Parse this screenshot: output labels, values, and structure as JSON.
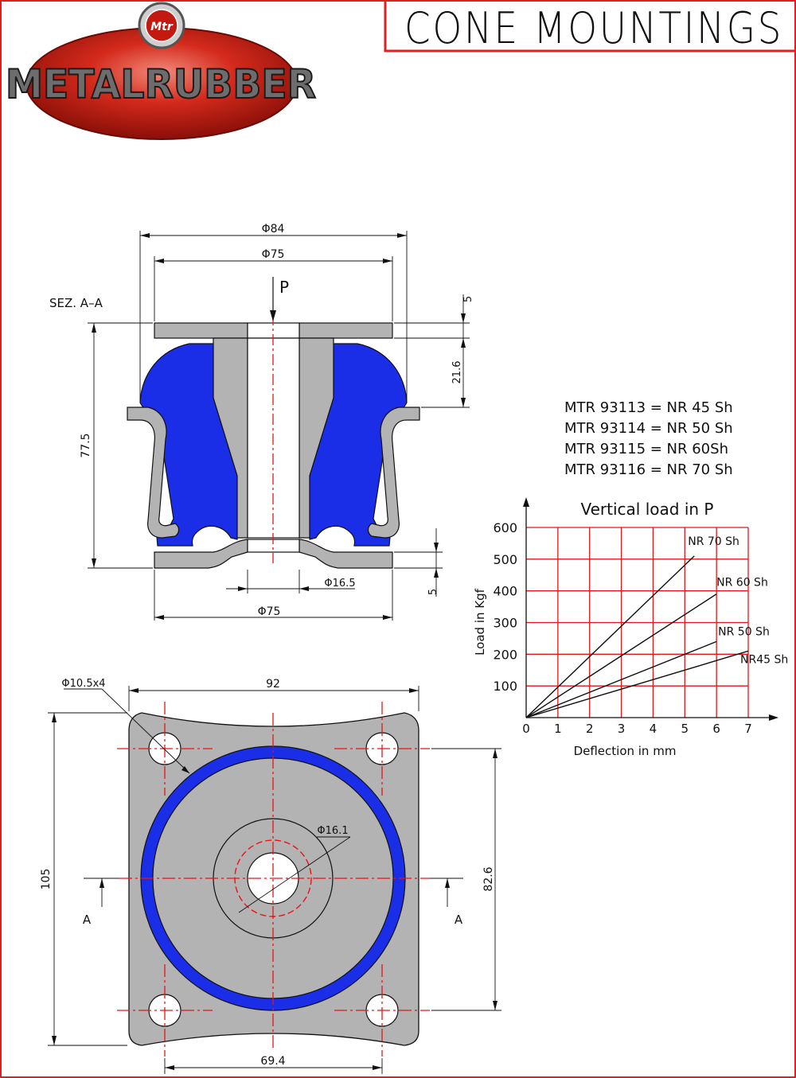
{
  "header": {
    "title": "CONE MOUNTINGS",
    "logo_badge": "Mtr",
    "logo_word": "METALRUBBER"
  },
  "colors": {
    "frame": "#e02020",
    "rubber": "#1a2ee8",
    "metal": "#b3b3b3",
    "grid": "#e51616"
  },
  "section_view": {
    "label": "SEZ. A–A",
    "load_label": "P",
    "dims": {
      "outer_top": "Φ84",
      "inner_top": "Φ75",
      "plate_thickness_top": "5",
      "upper_height": "21.6",
      "total_height": "77.5",
      "bore": "Φ16.5",
      "base_diameter": "Φ75",
      "plate_thickness_bottom": "5"
    }
  },
  "plan_view": {
    "dims": {
      "holes": "Φ10.5x4",
      "width": "92",
      "height": "105",
      "hole_pitch_v": "82.6",
      "hole_pitch_h": "69.4",
      "center_bore": "Φ16.1"
    },
    "section_marks": [
      "A",
      "A"
    ]
  },
  "models": [
    "MTR 93113 = NR 45 Sh",
    "MTR 93114 = NR 50 Sh",
    "MTR 93115 = NR 60Sh",
    "MTR 93116 = NR 70 Sh"
  ],
  "chart_data": {
    "type": "line",
    "title": "Vertical load in P",
    "xlabel": "Deflection  in  mm",
    "ylabel": "Load  in  Kgf",
    "xlim": [
      0,
      7
    ],
    "ylim": [
      0,
      600
    ],
    "x_ticks": [
      "0",
      "1",
      "2",
      "3",
      "4",
      "5",
      "6",
      "7"
    ],
    "y_ticks": [
      "100",
      "200",
      "300",
      "400",
      "500",
      "600"
    ],
    "grid": true,
    "series": [
      {
        "name": "NR 70 Sh",
        "x": [
          0,
          5.3
        ],
        "y": [
          0,
          510
        ]
      },
      {
        "name": "NR 60 Sh",
        "x": [
          0,
          6.0
        ],
        "y": [
          0,
          390
        ]
      },
      {
        "name": "NR 50 Sh",
        "x": [
          0,
          6.0
        ],
        "y": [
          0,
          240
        ]
      },
      {
        "name": "NR45 Sh",
        "x": [
          0,
          7.0
        ],
        "y": [
          0,
          210
        ]
      }
    ]
  }
}
